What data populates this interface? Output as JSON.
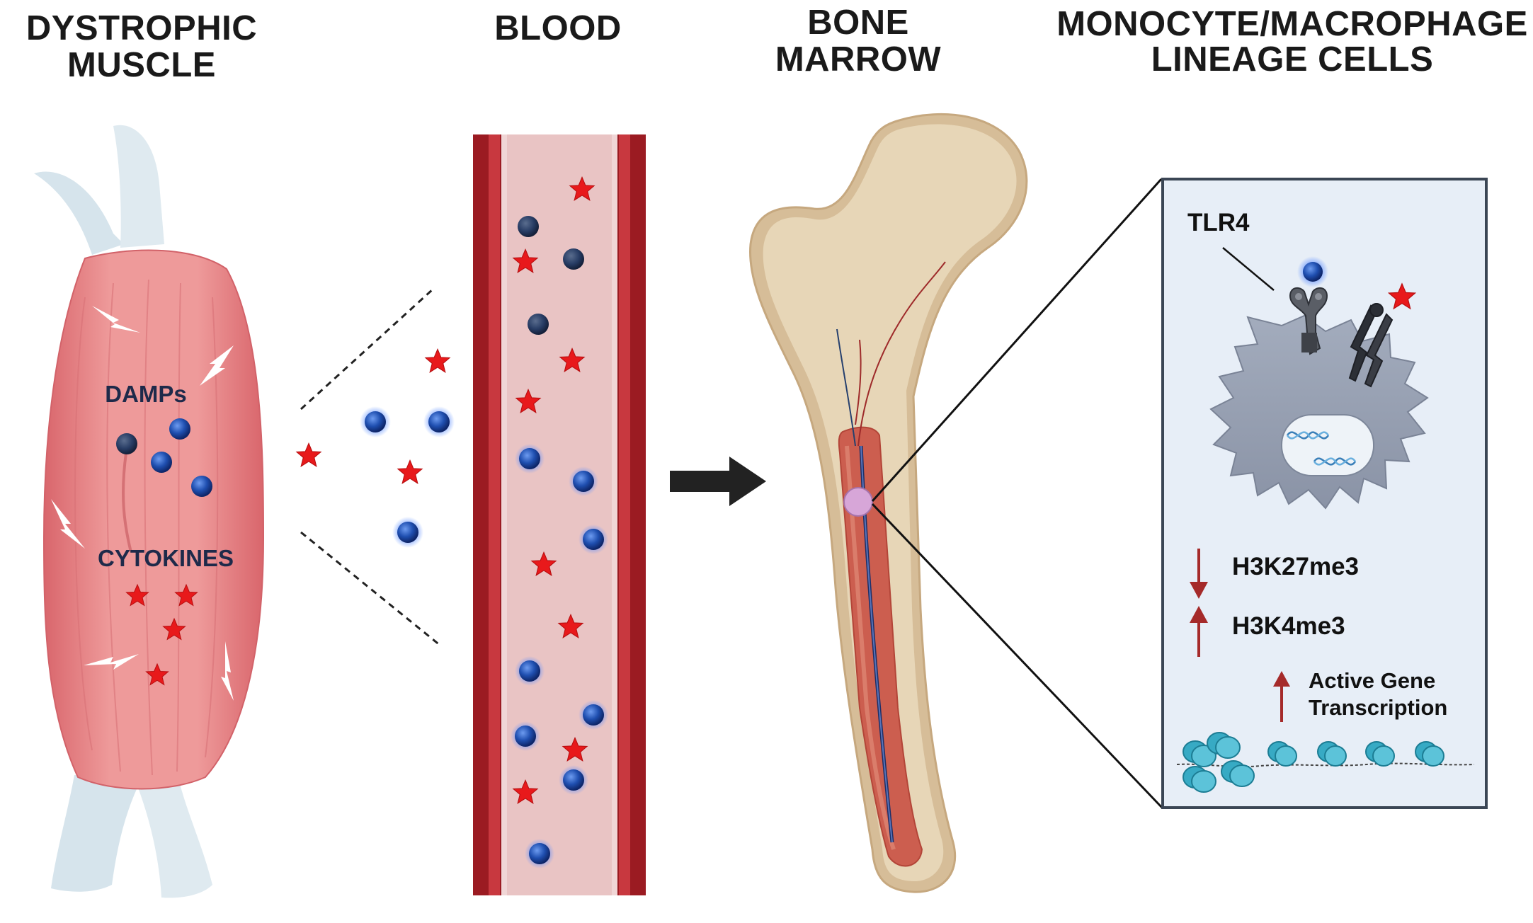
{
  "headers": {
    "muscle": [
      "DYSTROPHIC",
      "MUSCLE"
    ],
    "blood": [
      "BLOOD"
    ],
    "marrow": [
      "BONE",
      "MARROW"
    ],
    "cells": [
      "MONOCYTE/MACROPHAGE",
      "LINEAGE CELLS"
    ]
  },
  "muscle_labels": {
    "damps": "DAMPs",
    "cytokines": "CYTOKINES"
  },
  "cell_labels": {
    "receptor": "TLR4",
    "mark_down": "H3K27me3",
    "mark_up": "H3K4me3",
    "transcription": [
      "Active Gene",
      "Transcription"
    ]
  },
  "icons": {
    "damp": "blue-sphere-icon",
    "cytokine": "red-star-icon",
    "flow": "right-arrow-icon",
    "decrease": "down-arrow-icon",
    "increase": "up-arrow-icon"
  },
  "colors": {
    "damp": "#1f4fb0",
    "cytokine": "#e8191b",
    "muscle": "#e8868a",
    "tendon": "#d6e4ec",
    "vessel_wall": "#9b1b22",
    "plasma": "#e9c4c4",
    "bone": "#d6bd98",
    "marrow": "#cc5e4f",
    "cell": "#98a2b4",
    "panel": "#e7eef7",
    "histone": "#37aac4"
  }
}
